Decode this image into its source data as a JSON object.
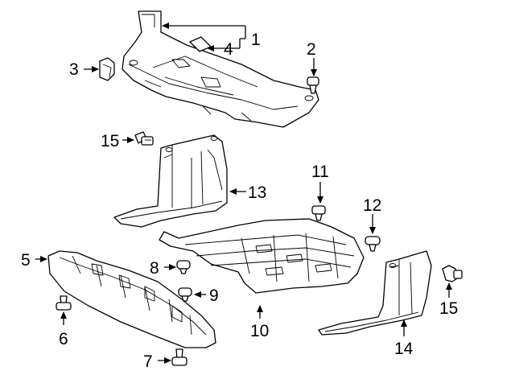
{
  "diagram": {
    "callouts": [
      "1",
      "2",
      "3",
      "4",
      "5",
      "6",
      "7",
      "8",
      "9",
      "10",
      "11",
      "12",
      "13",
      "14",
      "15",
      "15"
    ],
    "colors": {
      "line": "#000000",
      "background": "#ffffff"
    }
  }
}
